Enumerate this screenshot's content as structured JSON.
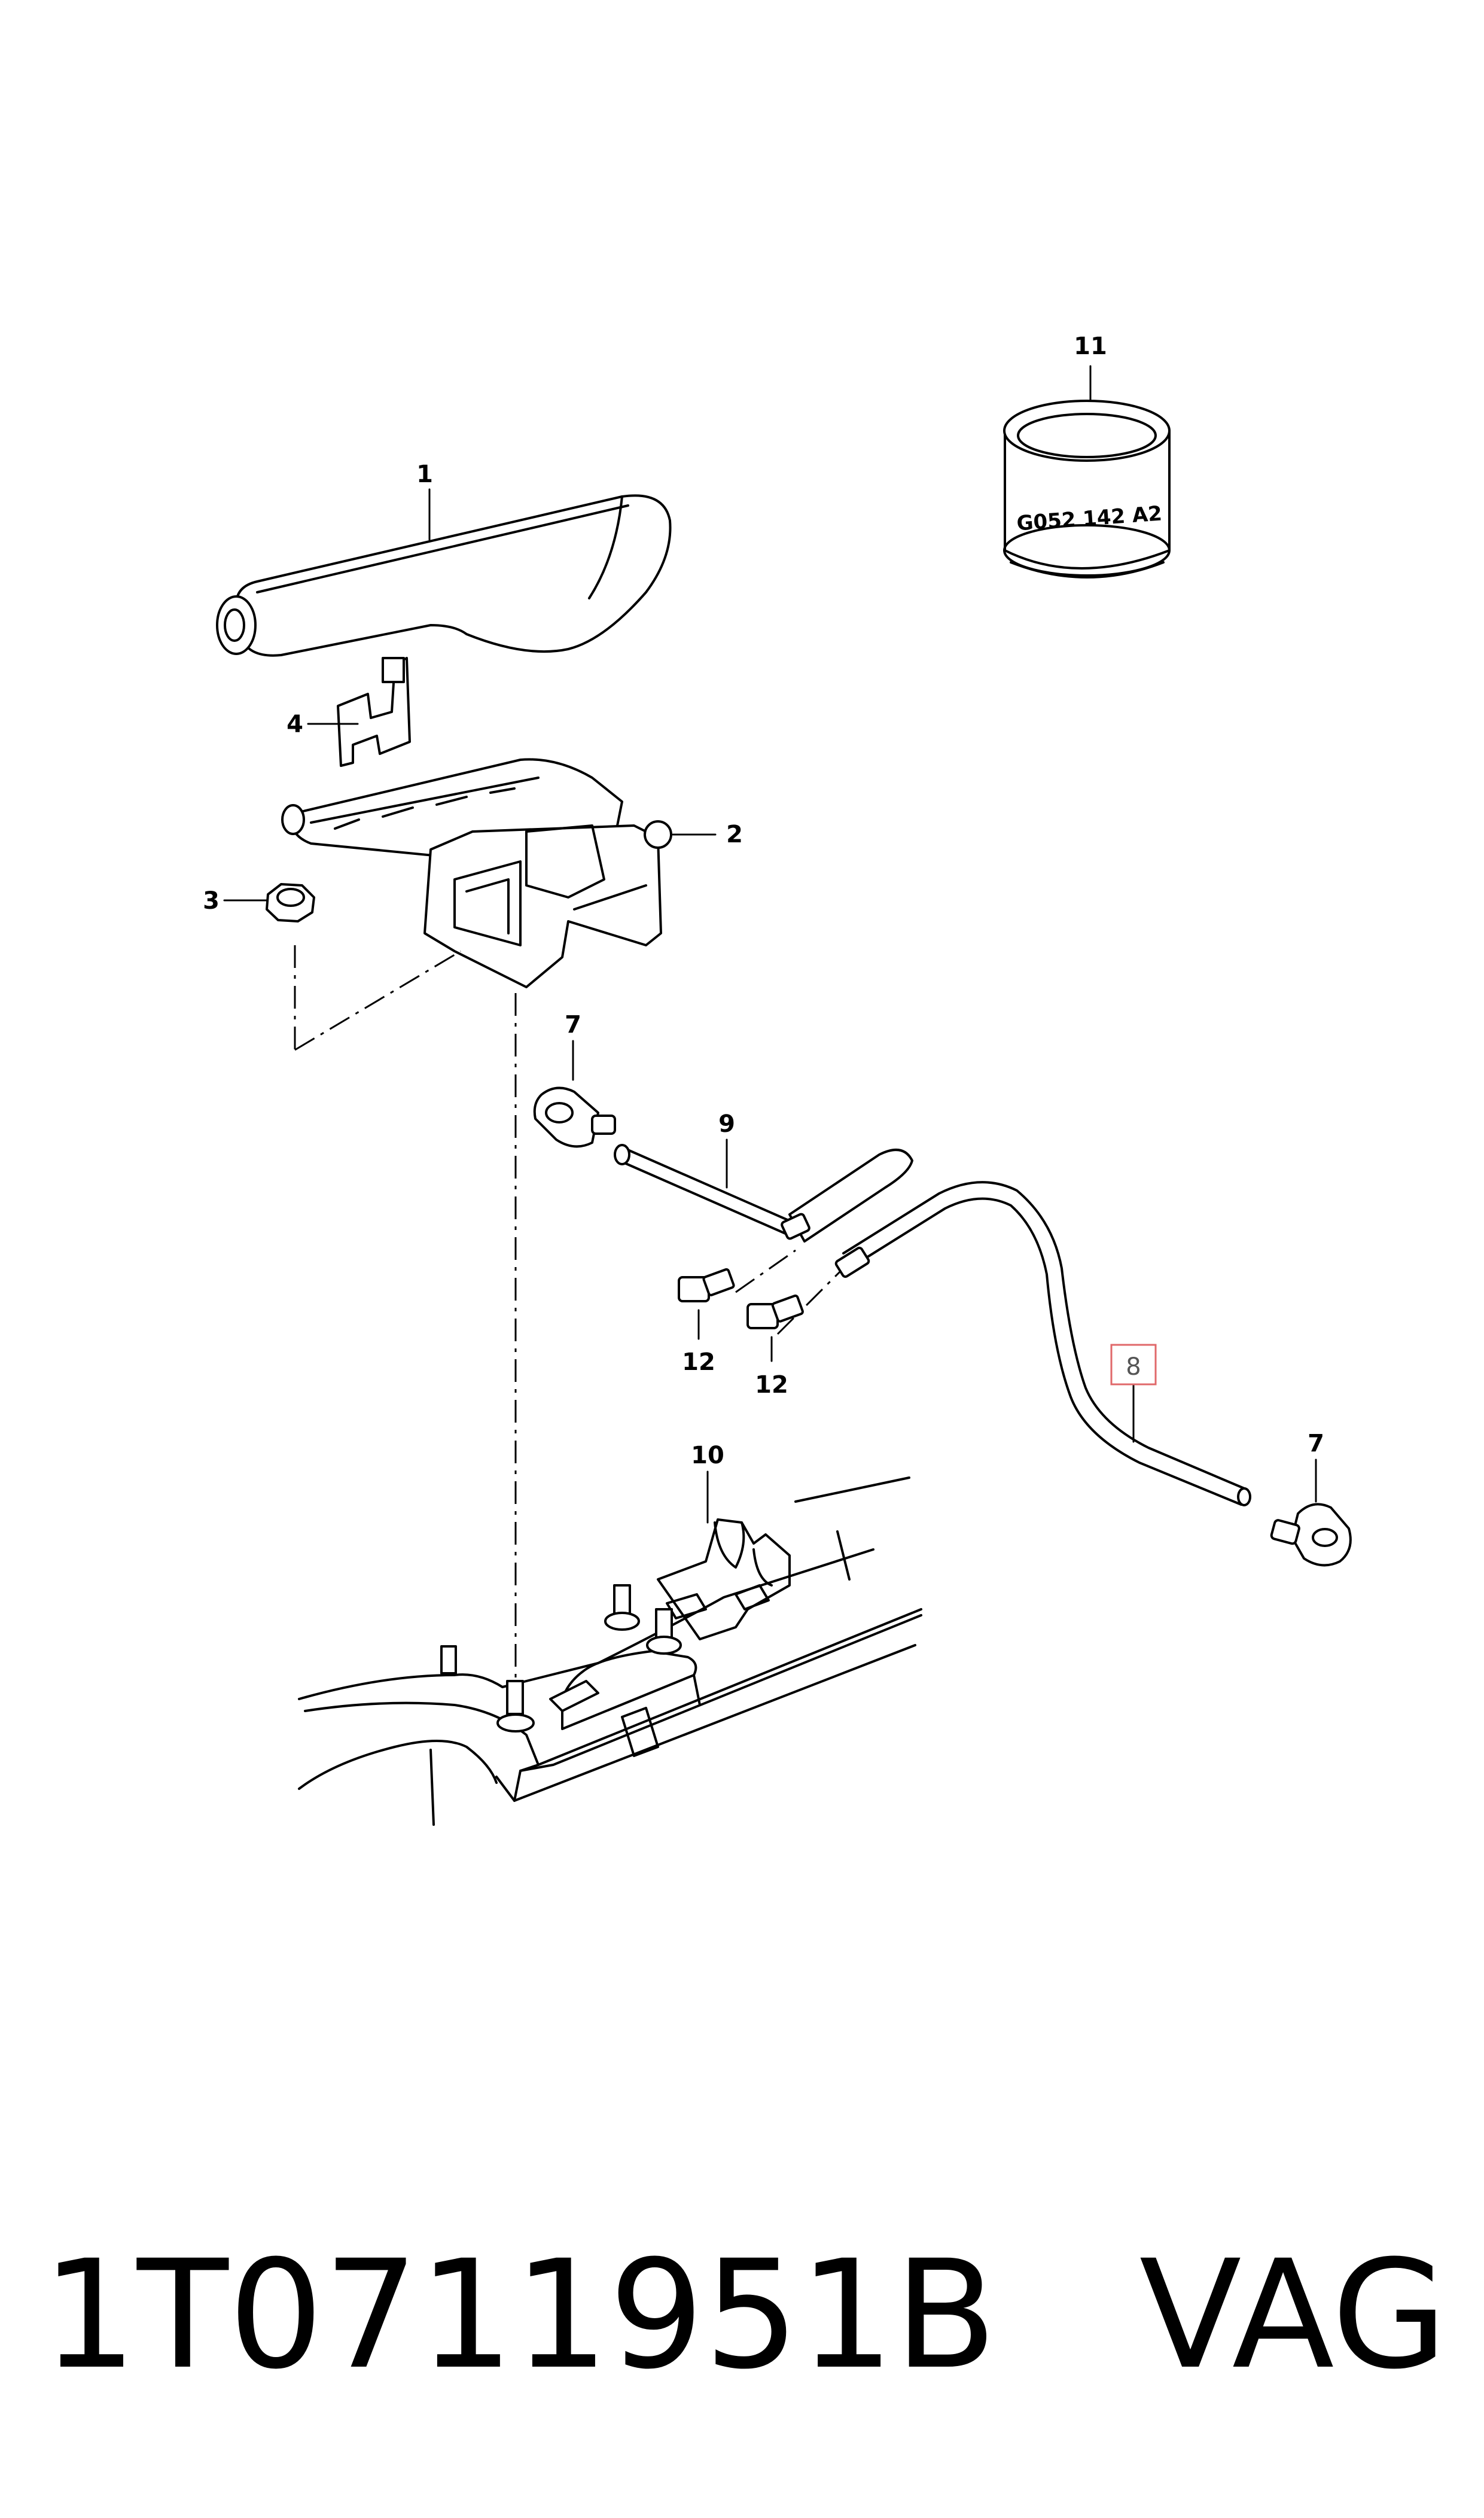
{
  "diagram": {
    "callouts": {
      "c1": "1",
      "c2": "2",
      "c3": "3",
      "c4": "4",
      "c7a": "7",
      "c7b": "7",
      "c8": "8",
      "c9": "9",
      "c10": "10",
      "c11": "11",
      "c12a": "12",
      "c12b": "12"
    },
    "highlighted_callout": "8",
    "highlight_color": "#e0686a",
    "sleeve_marking": "G052 142 A2"
  },
  "footer": {
    "part_number": "1T0711951B",
    "brand": "VAG"
  }
}
